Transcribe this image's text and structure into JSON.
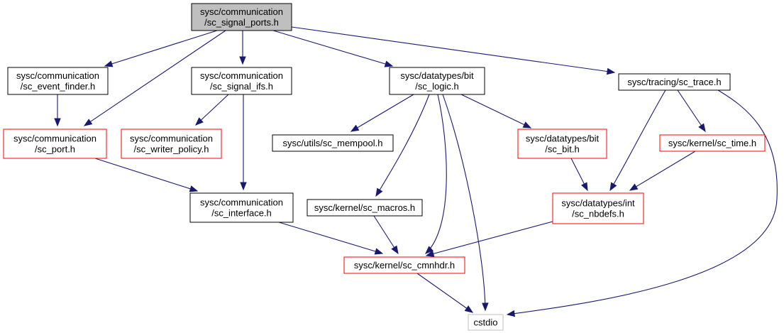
{
  "graph": {
    "colors": {
      "root_fill": "#bfbfbf",
      "documented_border": "#000000",
      "truncated_border": "#ff0000",
      "external_border": "#bfbfbf",
      "edge": "#191970"
    },
    "nodes": {
      "sc_signal_ports": {
        "lines": [
          "sysc/communication",
          "/sc_signal_ports.h"
        ],
        "kind": "root"
      },
      "sc_event_finder": {
        "lines": [
          "sysc/communication",
          "/sc_event_finder.h"
        ],
        "kind": "documented"
      },
      "sc_signal_ifs": {
        "lines": [
          "sysc/communication",
          "/sc_signal_ifs.h"
        ],
        "kind": "documented"
      },
      "sc_logic": {
        "lines": [
          "sysc/datatypes/bit",
          "/sc_logic.h"
        ],
        "kind": "documented"
      },
      "sc_trace": {
        "lines": [
          "sysc/tracing/sc_trace.h"
        ],
        "kind": "documented"
      },
      "sc_port": {
        "lines": [
          "sysc/communication",
          "/sc_port.h"
        ],
        "kind": "truncated"
      },
      "sc_writer_policy": {
        "lines": [
          "sysc/communication",
          "/sc_writer_policy.h"
        ],
        "kind": "truncated"
      },
      "sc_mempool": {
        "lines": [
          "sysc/utils/sc_mempool.h"
        ],
        "kind": "documented"
      },
      "sc_bit": {
        "lines": [
          "sysc/datatypes/bit",
          "/sc_bit.h"
        ],
        "kind": "truncated"
      },
      "sc_time": {
        "lines": [
          "sysc/kernel/sc_time.h"
        ],
        "kind": "truncated"
      },
      "sc_interface": {
        "lines": [
          "sysc/communication",
          "/sc_interface.h"
        ],
        "kind": "documented"
      },
      "sc_macros": {
        "lines": [
          "sysc/kernel/sc_macros.h"
        ],
        "kind": "documented"
      },
      "sc_nbdefs": {
        "lines": [
          "sysc/datatypes/int",
          "/sc_nbdefs.h"
        ],
        "kind": "truncated"
      },
      "sc_cmnhdr": {
        "lines": [
          "sysc/kernel/sc_cmnhdr.h"
        ],
        "kind": "truncated"
      },
      "cstdio": {
        "lines": [
          "cstdio"
        ],
        "kind": "external"
      }
    },
    "edges": [
      [
        "sc_signal_ports",
        "sc_event_finder"
      ],
      [
        "sc_signal_ports",
        "sc_port"
      ],
      [
        "sc_signal_ports",
        "sc_signal_ifs"
      ],
      [
        "sc_signal_ports",
        "sc_logic"
      ],
      [
        "sc_signal_ports",
        "sc_trace"
      ],
      [
        "sc_event_finder",
        "sc_port"
      ],
      [
        "sc_port",
        "sc_interface"
      ],
      [
        "sc_signal_ifs",
        "sc_writer_policy"
      ],
      [
        "sc_signal_ifs",
        "sc_interface"
      ],
      [
        "sc_interface",
        "sc_cmnhdr"
      ],
      [
        "sc_logic",
        "sc_mempool"
      ],
      [
        "sc_logic",
        "sc_macros"
      ],
      [
        "sc_logic",
        "sc_cmnhdr"
      ],
      [
        "sc_logic",
        "cstdio"
      ],
      [
        "sc_logic",
        "sc_bit"
      ],
      [
        "sc_bit",
        "sc_nbdefs"
      ],
      [
        "sc_trace",
        "sc_nbdefs"
      ],
      [
        "sc_trace",
        "sc_time"
      ],
      [
        "sc_trace",
        "cstdio"
      ],
      [
        "sc_time",
        "sc_nbdefs"
      ],
      [
        "sc_nbdefs",
        "sc_cmnhdr"
      ],
      [
        "sc_macros",
        "sc_cmnhdr"
      ],
      [
        "sc_cmnhdr",
        "cstdio"
      ]
    ]
  }
}
